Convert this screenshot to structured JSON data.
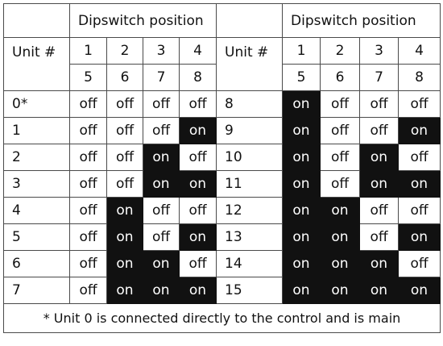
{
  "header": {
    "group_label": "Dipswitch position",
    "unit_label": "Unit #",
    "positions_top": [
      "1",
      "2",
      "3",
      "4"
    ],
    "positions_bottom": [
      "5",
      "6",
      "7",
      "8"
    ]
  },
  "rows": [
    {
      "left_unit": "0*",
      "left": [
        "off",
        "off",
        "off",
        "off"
      ],
      "right_unit": "8",
      "right": [
        "on",
        "off",
        "off",
        "off"
      ]
    },
    {
      "left_unit": "1",
      "left": [
        "off",
        "off",
        "off",
        "on"
      ],
      "right_unit": "9",
      "right": [
        "on",
        "off",
        "off",
        "on"
      ]
    },
    {
      "left_unit": "2",
      "left": [
        "off",
        "off",
        "on",
        "off"
      ],
      "right_unit": "10",
      "right": [
        "on",
        "off",
        "on",
        "off"
      ]
    },
    {
      "left_unit": "3",
      "left": [
        "off",
        "off",
        "on",
        "on"
      ],
      "right_unit": "11",
      "right": [
        "on",
        "off",
        "on",
        "on"
      ]
    },
    {
      "left_unit": "4",
      "left": [
        "off",
        "on",
        "off",
        "off"
      ],
      "right_unit": "12",
      "right": [
        "on",
        "on",
        "off",
        "off"
      ]
    },
    {
      "left_unit": "5",
      "left": [
        "off",
        "on",
        "off",
        "on"
      ],
      "right_unit": "13",
      "right": [
        "on",
        "on",
        "off",
        "on"
      ]
    },
    {
      "left_unit": "6",
      "left": [
        "off",
        "on",
        "on",
        "off"
      ],
      "right_unit": "14",
      "right": [
        "on",
        "on",
        "on",
        "off"
      ]
    },
    {
      "left_unit": "7",
      "left": [
        "off",
        "on",
        "on",
        "on"
      ],
      "right_unit": "15",
      "right": [
        "on",
        "on",
        "on",
        "on"
      ]
    }
  ],
  "footnote": "* Unit 0 is connected directly to the control and is main",
  "colors": {
    "on_bg": "#111111",
    "on_text": "#ffffff",
    "off_bg": "#ffffff",
    "off_text": "#111111"
  }
}
